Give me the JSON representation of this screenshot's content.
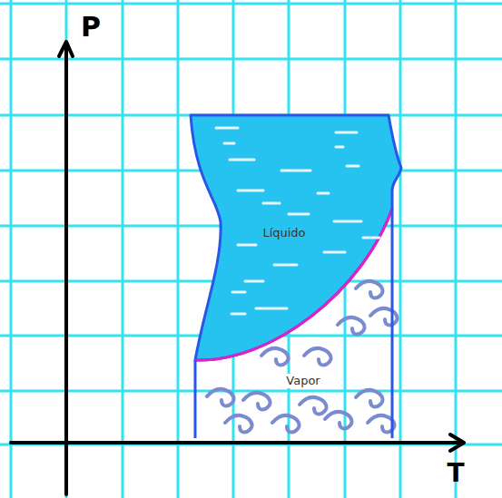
{
  "diagram": {
    "nodes": [
      {
        "text": [
          "Líquido"
        ]
      },
      {
        "text": [
          "Vapor"
        ]
      }
    ],
    "edges": [],
    "labels": [
      "P",
      "T"
    ]
  }
}
